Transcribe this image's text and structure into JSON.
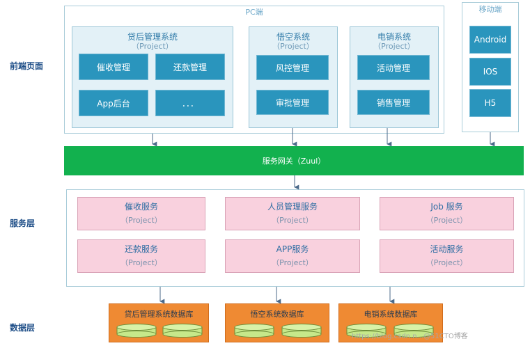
{
  "layers": {
    "frontend": "前端页面",
    "service": "服务层",
    "data": "数据层"
  },
  "pc": {
    "title": "PC端",
    "projects": [
      {
        "name": "贷后管理系统",
        "sub": "（Project）",
        "tiles": [
          "催收管理",
          "还款管理",
          "App后台",
          "．．．"
        ]
      },
      {
        "name": "悟空系统",
        "sub": "（Project）",
        "tiles": [
          "风控管理",
          "审批管理"
        ]
      },
      {
        "name": "电销系统",
        "sub": "（Project）",
        "tiles": [
          "活动管理",
          "销售管理"
        ]
      }
    ]
  },
  "mobile": {
    "title": "移动端",
    "tiles": [
      "Android",
      "IOS",
      "H5"
    ]
  },
  "gateway": {
    "label": "服务网关（Zuul）"
  },
  "services": [
    {
      "name": "催收服务",
      "sub": "（Project）"
    },
    {
      "name": "人员管理服务",
      "sub": "（Project）"
    },
    {
      "name": "Job 服务",
      "sub": "（Project）"
    },
    {
      "name": "还款服务",
      "sub": "（Project）"
    },
    {
      "name": "APP服务",
      "sub": "（Project）"
    },
    {
      "name": "活动服务",
      "sub": "（Project）"
    }
  ],
  "databases": [
    {
      "name": "贷后管理系统数据库"
    },
    {
      "name": "悟空系统数据库"
    },
    {
      "name": "电销系统数据库"
    }
  ],
  "watermark": "https://blog.csdn.n...@51CTO博客",
  "colors": {
    "tile": "#2a95bd",
    "gateway": "#12b14e",
    "service": "#f9d1de",
    "database": "#ef8a33",
    "disk": "#c6e88a"
  }
}
